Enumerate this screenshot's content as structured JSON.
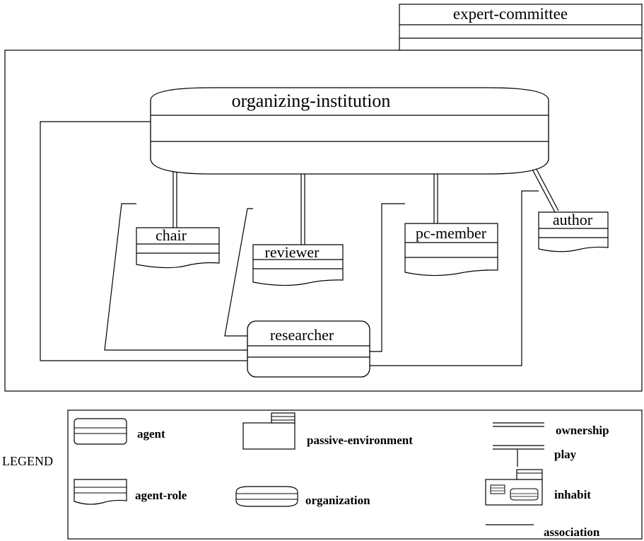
{
  "diagram": {
    "environment": {
      "label": "expert-committee"
    },
    "organization": {
      "label": "organizing-institution"
    },
    "agent": {
      "label": "researcher"
    },
    "roles": [
      {
        "id": "chair",
        "label": "chair"
      },
      {
        "id": "reviewer",
        "label": "reviewer"
      },
      {
        "id": "pc-member",
        "label": "pc-member"
      },
      {
        "id": "author",
        "label": "author"
      }
    ]
  },
  "legend": {
    "title": "LEGEND",
    "items": {
      "agent": "agent",
      "passive_environment": "passive-environment",
      "ownership": "ownership",
      "play": "play",
      "agent_role": "agent-role",
      "organization": "organization",
      "inhabit": "inhabit",
      "association": "association"
    }
  },
  "colors": {
    "stroke": "#000000",
    "background": "#ffffff"
  }
}
